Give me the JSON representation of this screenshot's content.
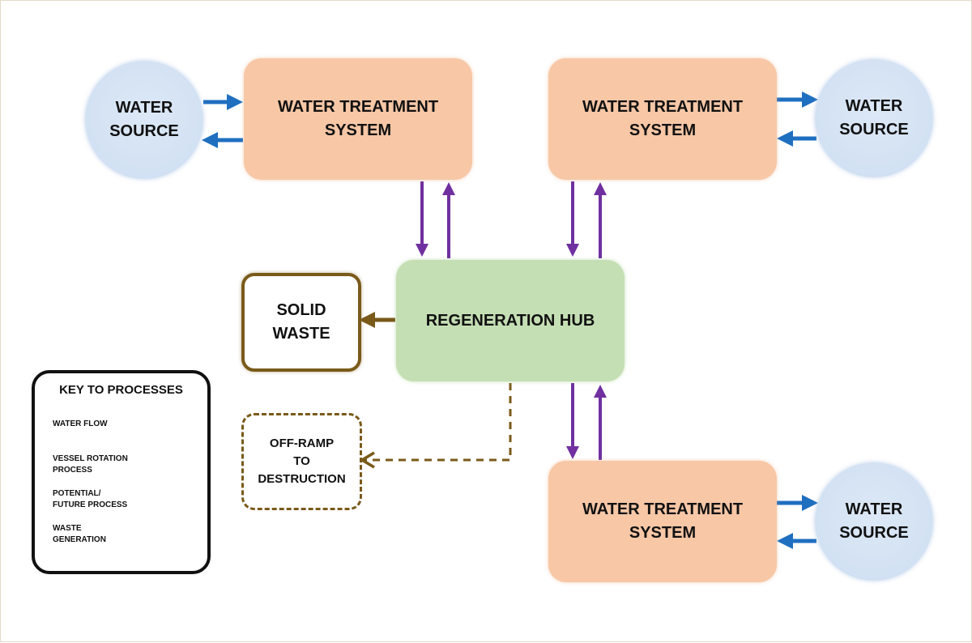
{
  "nodes": {
    "water_source_tl": [
      "WATER",
      "SOURCE"
    ],
    "water_source_tr": [
      "WATER",
      "SOURCE"
    ],
    "water_source_br": [
      "WATER",
      "SOURCE"
    ],
    "wts_tl": [
      "WATER TREATMENT",
      "SYSTEM"
    ],
    "wts_tr": [
      "WATER TREATMENT",
      "SYSTEM"
    ],
    "wts_br": [
      "WATER TREATMENT",
      "SYSTEM"
    ],
    "hub": "REGENERATION HUB",
    "solid_waste": [
      "SOLID",
      "WASTE"
    ],
    "off_ramp": [
      "OFF-RAMP",
      "TO",
      "DESTRUCTION"
    ]
  },
  "key": {
    "title": "KEY TO PROCESSES",
    "items": [
      {
        "label": "WATER FLOW",
        "style": "solid",
        "color": "#1f6fc0"
      },
      {
        "label": "VESSEL ROTATION\n PROCESS",
        "style": "solid",
        "color": "#7030a0"
      },
      {
        "label": "POTENTIAL/\nFUTURE PROCESS",
        "style": "dashed",
        "color": "#7a5a1a"
      },
      {
        "label": "WASTE\nGENERATION",
        "style": "solid",
        "color": "#7a5a1a"
      }
    ]
  },
  "colors": {
    "water_flow": "#1f6fc0",
    "vessel_rotation": "#7030a0",
    "waste": "#7a5a1a",
    "water_source_fill": "#d2e1f3",
    "treatment_fill": "#f7c7a6",
    "hub_fill": "#c5dfb4"
  }
}
